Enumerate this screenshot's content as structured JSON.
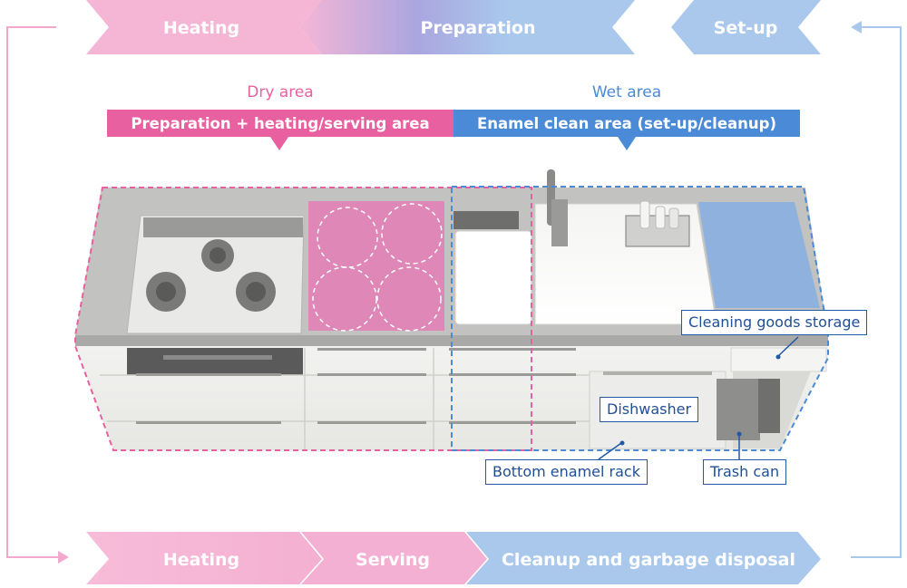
{
  "flow_top": {
    "heating": "Heating",
    "preparation": "Preparation",
    "setup": "Set-up"
  },
  "flow_bottom": {
    "heating": "Heating",
    "serving": "Serving",
    "cleanup": "Cleanup and garbage disposal"
  },
  "zones": {
    "dry_title": "Dry area",
    "dry_banner": "Preparation + heating/serving area",
    "wet_title": "Wet area",
    "wet_banner": "Enamel clean area (set-up/cleanup)"
  },
  "callouts": {
    "cleaning_storage": "Cleaning goods storage",
    "dishwasher": "Dishwasher",
    "bottom_rack": "Bottom enamel rack",
    "trash": "Trash can"
  },
  "colors": {
    "pink_light": "#f5b6d6",
    "pink_dark": "#e8609f",
    "blue_light": "#a9c8ec",
    "blue_dark": "#4a8ad6",
    "purple": "#aaa6e0",
    "callout_border": "#1f5aa6"
  }
}
